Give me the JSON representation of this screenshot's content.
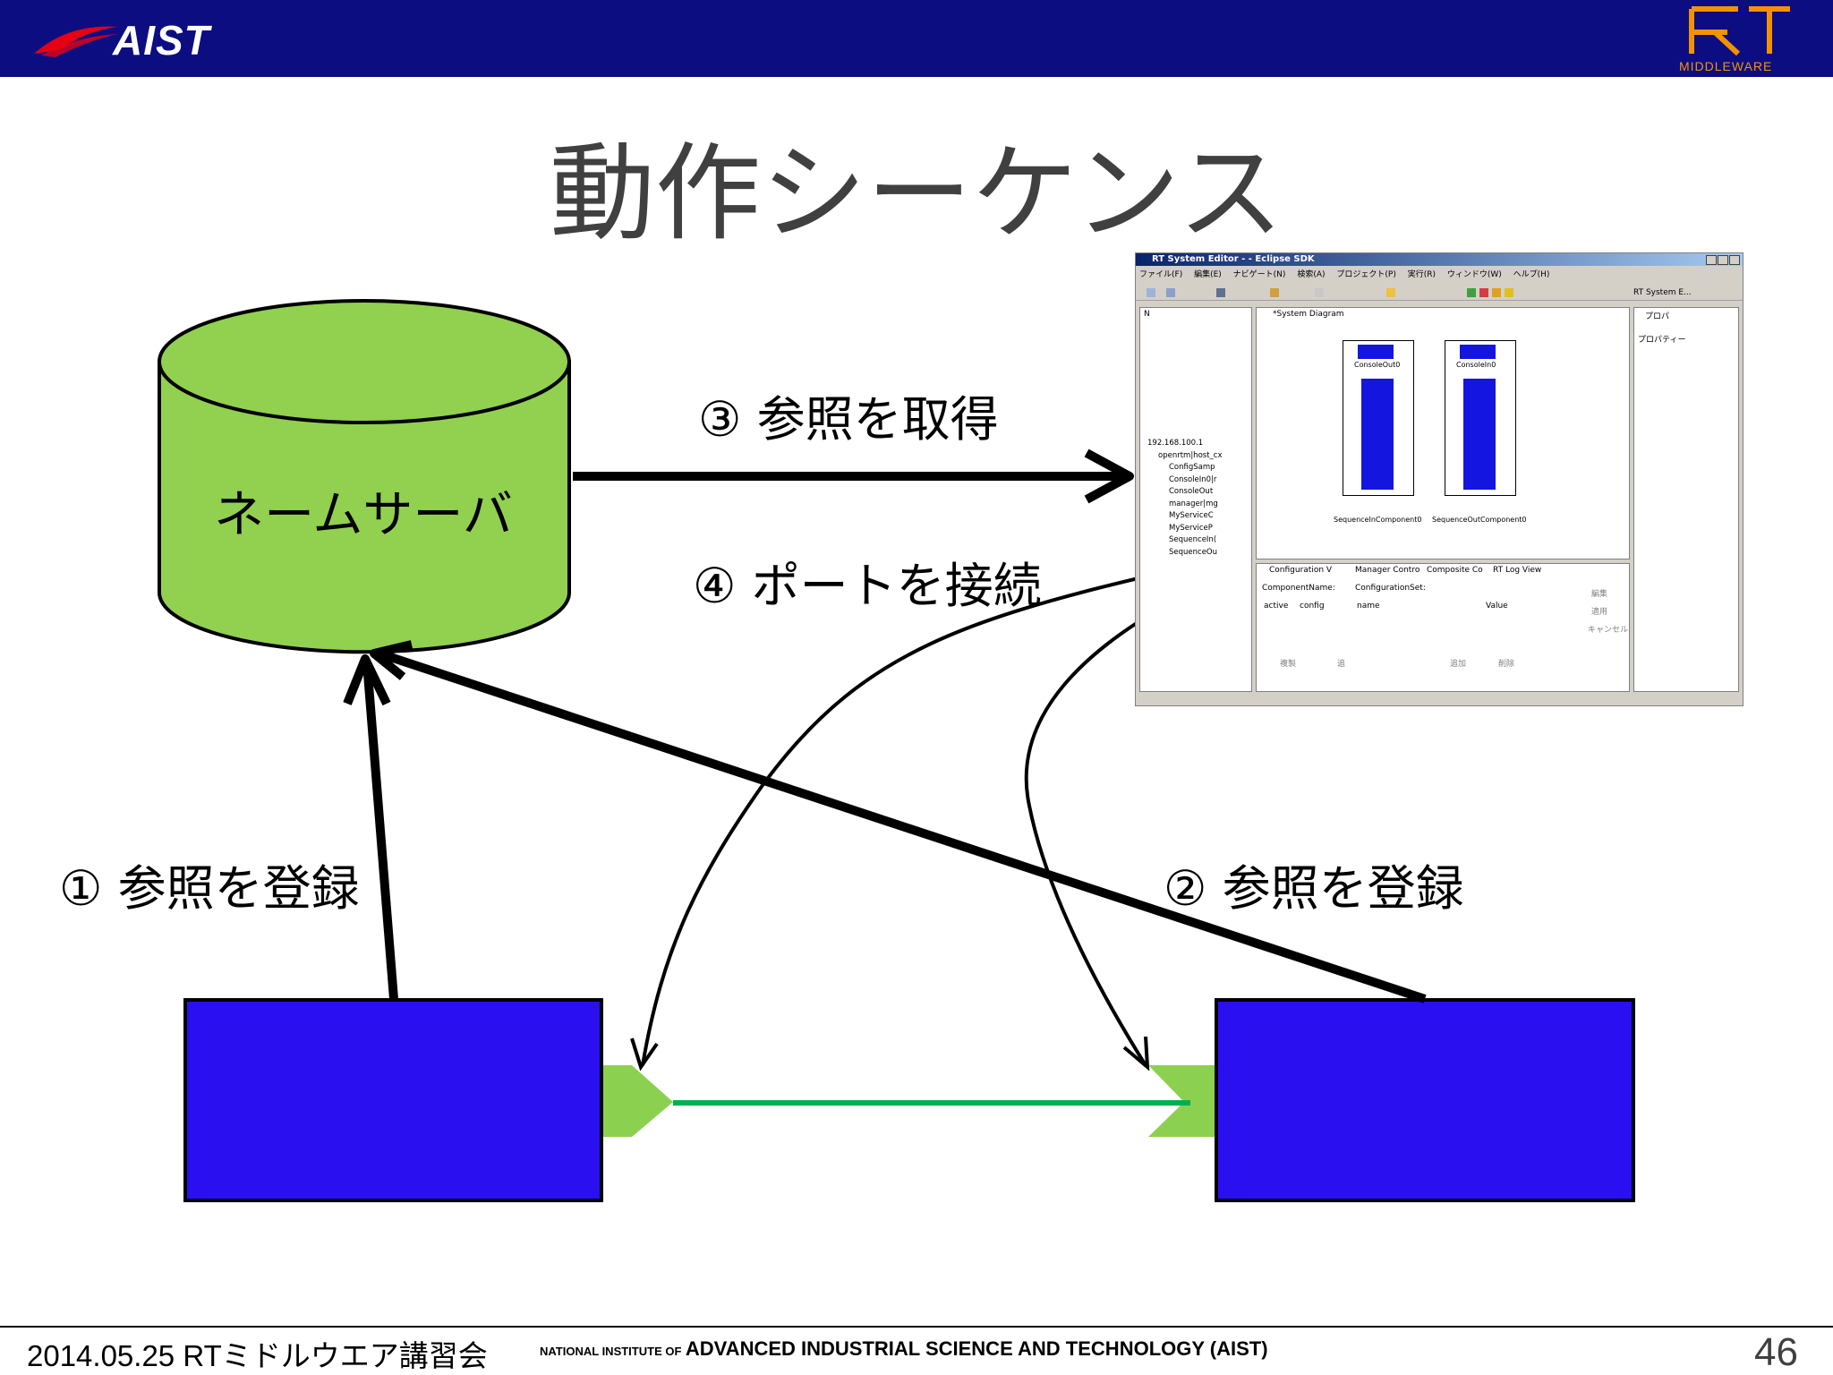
{
  "header": {
    "org_logo_text": "AIST",
    "rt_logo_text": "MIDDLEWARE"
  },
  "slide": {
    "title": "動作シーケンス",
    "name_server": "ネームサーバ",
    "step1": "① 参照を登録",
    "step2": "② 参照を登録",
    "step3": "③ 参照を取得",
    "step4": "④ ポートを接続"
  },
  "eclipse": {
    "window_title": "RT System Editor -  - Eclipse SDK",
    "menu": [
      "ファイル(F)",
      "編集(E)",
      "ナビゲート(N)",
      "検索(A)",
      "プロジェクト(P)",
      "実行(R)",
      "ウィンドウ(W)",
      "ヘルプ(H)"
    ],
    "perspective": "RT System E...",
    "nav_tab": "N",
    "diagram_tab": "*System Diagram",
    "props_tab": "プロパ",
    "props_header": "プロパティー",
    "tree": [
      "192.168.100.1",
      "openrtm|host_cx",
      "ConfigSamp",
      "ConsoleIn0|r",
      "ConsoleOut",
      "manager|mg",
      "MyServiceC",
      "MyServiceP",
      "SequenceIn(",
      "SequenceOu"
    ],
    "comp1_top": "ConsoleOut0",
    "comp2_top": "ConsoleIn0",
    "comp1_bottom": "SequenceInComponent0",
    "comp2_bottom": "SequenceOutComponent0",
    "bottom_tabs": [
      "Configuration V",
      "Manager Contro",
      "Composite Co",
      "RT Log View"
    ],
    "component_name_label": "ComponentName:",
    "config_set_label": "ConfigurationSet:",
    "cols_left": [
      "active",
      "config"
    ],
    "cols_right": [
      "name",
      "Value"
    ],
    "side_buttons": [
      "編集",
      "適用",
      "キャンセル"
    ],
    "bottom_buttons": [
      "複製",
      "追",
      "追加",
      "削除"
    ]
  },
  "footer": {
    "date_event": "2014.05.25 RTミドルウエア講習会",
    "institute_small": "NATIONAL INSTITUTE OF",
    "institute_big": "ADVANCED INDUSTRIAL SCIENCE AND TECHNOLOGY (AIST)",
    "page_number": "46"
  },
  "colors": {
    "header_bg": "#0d0d82",
    "cylinder": "#92d050",
    "component": "#2a0ff0",
    "port": "#8cd050",
    "connection": "#00b050",
    "rt_logo": "#f39200"
  }
}
